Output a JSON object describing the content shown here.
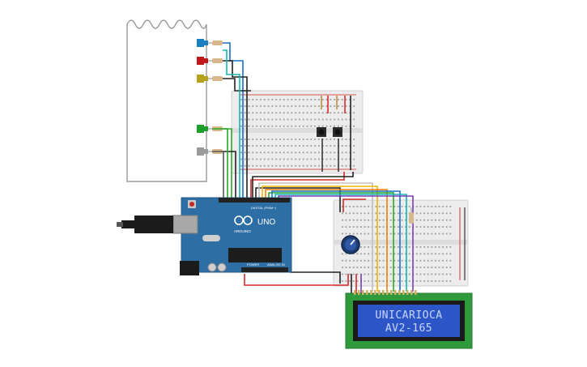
{
  "board": {
    "model_label": "UNO",
    "brand_label": "ARDUINO",
    "digital_label": "DIGITAL (PWM~)",
    "power_label": "POWER",
    "analog_label": "ANALOG IN"
  },
  "lcd": {
    "line1": "UNICARIOCA",
    "line2": "AV2-165"
  },
  "colors": {
    "arduino": "#2d6fa5",
    "breadboard": "#eeeeee",
    "lcd_bezel": "#2f9a3c",
    "lcd_screen": "#2c55c8",
    "led_blue": "#1a7fc1",
    "led_red": "#c01818",
    "led_yellow": "#b8a21a",
    "led_green": "#1e9e2a",
    "led_white": "#9a9a9a"
  },
  "leds": [
    {
      "color_name": "blue"
    },
    {
      "color_name": "red"
    },
    {
      "color_name": "yellow"
    },
    {
      "color_name": "green"
    },
    {
      "color_name": "white"
    }
  ]
}
